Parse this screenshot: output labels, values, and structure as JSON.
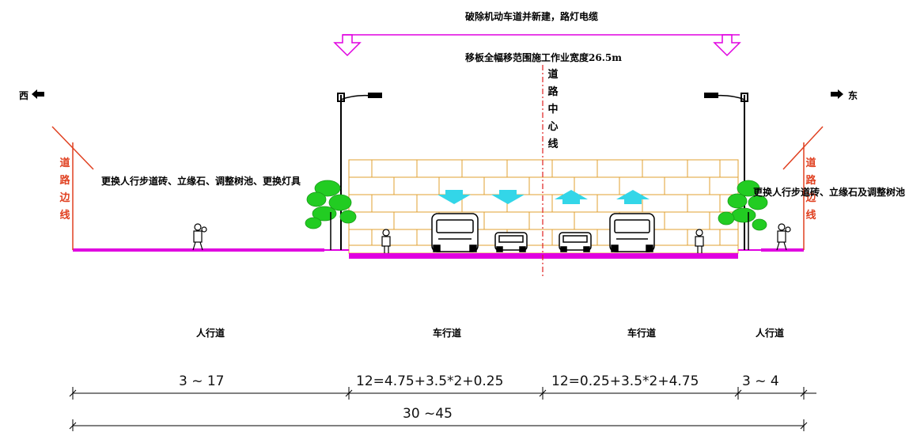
{
  "title_top": "破除机动车道并新建，路灯电缆",
  "enclosure_note": "移板全幅移范围施工作业宽度26.5m",
  "centerline_label": "道路中心线",
  "dir_west": "西",
  "dir_east": "东",
  "edge_label_left": "道路边线",
  "edge_label_right": "道路边线",
  "note_left": "更换人行步道砖、立缘石、调整树池、更换灯具",
  "note_right": "更换人行步道砖、立缘石及调整树池",
  "sections": [
    "人行道",
    "车行道",
    "车行道",
    "人行道"
  ],
  "dimensions": [
    "3 ~ 17",
    "12=4.75+3.5*2+0.25",
    "12=0.25+3.5*2+4.75",
    "3 ~ 4"
  ],
  "total_width": "30 ~45",
  "colors": {
    "magenta": "#e000e0",
    "grid": "#e0a030",
    "centerline": "#e02020",
    "arrow": "#33d6e8",
    "tree": "#22cc22",
    "edge_line": "#e04020"
  }
}
